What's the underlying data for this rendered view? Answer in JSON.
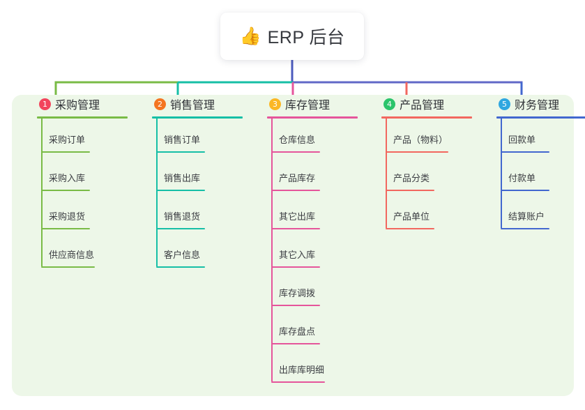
{
  "root": {
    "icon": "thumbs-up-icon",
    "emoji": "👍",
    "title": "ERP 后台"
  },
  "colors": {
    "page_background": "#ffffff",
    "board_background": "#edf7e8",
    "root_card_background": "#ffffff",
    "bus_left": "#79bb46",
    "bus_mid": "#16bfa6",
    "bus_right": "#6168c7",
    "root_stem": "#4c5bbd"
  },
  "columns": [
    {
      "badge": "1",
      "badge_color": "#f2445c",
      "line_color": "#79bb46",
      "title": "采购管理",
      "items": [
        "采购订单",
        "采购入库",
        "采购退货",
        "供应商信息"
      ]
    },
    {
      "badge": "2",
      "badge_color": "#f47521",
      "line_color": "#16bfa6",
      "title": "销售管理",
      "items": [
        "销售订单",
        "销售出库",
        "销售退货",
        "客户信息"
      ]
    },
    {
      "badge": "3",
      "badge_color": "#fbb724",
      "line_color": "#e5559b",
      "title": "库存管理",
      "items": [
        "仓库信息",
        "产品库存",
        "其它出库",
        "其它入库",
        "库存调拨",
        "库存盘点",
        "出库库明细"
      ]
    },
    {
      "badge": "4",
      "badge_color": "#2bc46b",
      "line_color": "#f2675f",
      "title": "产品管理",
      "items": [
        "产品（物料）",
        "产品分类",
        "产品单位"
      ]
    },
    {
      "badge": "5",
      "badge_color": "#2fa7e0",
      "line_color": "#4267cf",
      "title": "财务管理",
      "items": [
        "回款单",
        "付款单",
        "结算账户"
      ]
    }
  ]
}
